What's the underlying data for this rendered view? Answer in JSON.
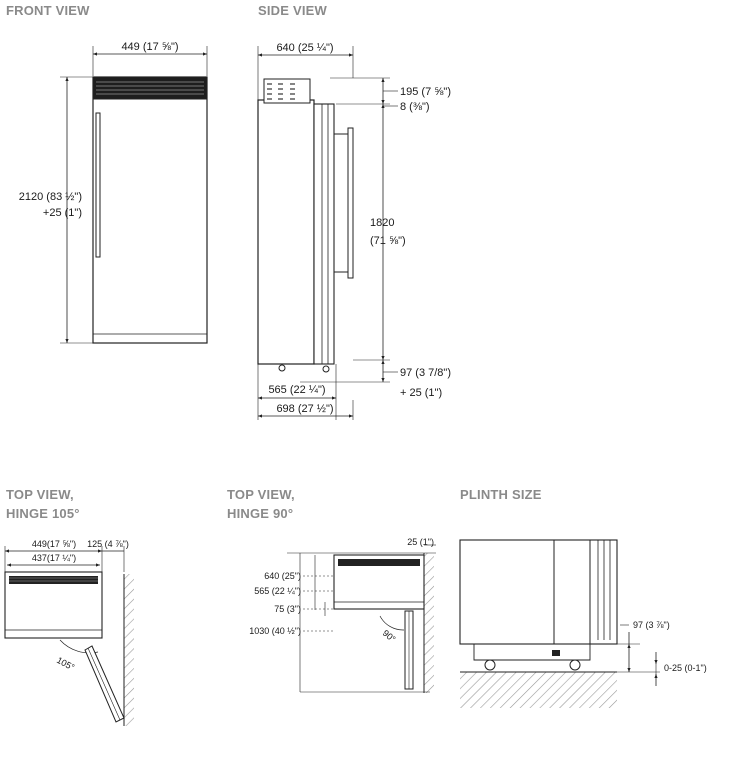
{
  "titles": {
    "front": "FRONT VIEW",
    "side": "SIDE VIEW",
    "top105": [
      "TOP VIEW,",
      "HINGE 105°"
    ],
    "top90": [
      "TOP VIEW,",
      "HINGE 90°"
    ],
    "plinth": "PLINTH SIZE"
  },
  "front": {
    "width": "449 (17 ⅝\")",
    "height_1": "2120 (83 ½\")",
    "height_2": "+25 (1\")"
  },
  "side": {
    "depth_top": "640 (25 ¼\")",
    "dim_195": "195 (7 ⅝\")",
    "dim_8": "8 (⅜\")",
    "dim_1820_a": "1820",
    "dim_1820_b": "(71 ⅝\")",
    "dim_97": "97 (3 7/8\")",
    "dim_25": "+ 25 (1\")",
    "dim_565": "565 (22 ¼\")",
    "dim_698": "698 (27 ½\")"
  },
  "top105": {
    "w449": "449(17 ⅝\")",
    "w125": "125 (4 ⅞\")",
    "w437": "437(17 ¼\")",
    "angle": "105°"
  },
  "top90": {
    "d25": "25 (1\")",
    "d640": "640 (25\")",
    "d565": "565 (22 ¼\")",
    "d75": "75 (3\")",
    "d1030": "1030 (40 ½\")",
    "angle": "90°"
  },
  "plinth": {
    "d97": "97 (3 ⅞\")",
    "d025": "0-25 (0-1\")"
  }
}
